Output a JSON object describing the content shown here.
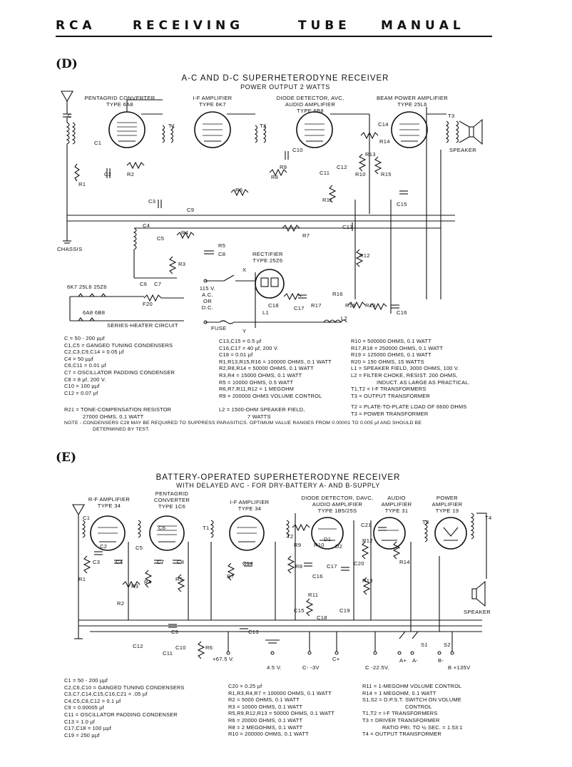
{
  "header": {
    "title_words": [
      "R C A",
      "R E C E I V I N G",
      "T U B E",
      "M A N U A L"
    ]
  },
  "section_d": {
    "marker": "(D)",
    "title": "A-C AND D-C SUPERHETERODYNE RECEIVER",
    "subtitle": "POWER OUTPUT 2 WATTS",
    "stage_labels": [
      {
        "name": "PENTAGRID CONVERTER",
        "type": "TYPE 6A8"
      },
      {
        "name": "I-F AMPLIFIER",
        "type": "TYPE 6K7"
      },
      {
        "name": "DIODE DETECTOR, AVC, AUDIO AMPLIFIER",
        "type": "TYPE 6B8"
      },
      {
        "name": "BEAM POWER AMPLIFIER",
        "type": "TYPE 25L6"
      }
    ],
    "rectifier": {
      "name": "RECTIFIER",
      "type": "TYPE 25Z6"
    },
    "misc_labels": {
      "chassis": "CHASSIS",
      "speaker": "SPEAKER",
      "fuse": "FUSE",
      "supply": "115 V. A.C. OR D.C.",
      "x": "X",
      "y": "Y",
      "heater_tubes_top": "6K7  25L6  25Z6",
      "heater_tubes_bottom": "6A8  6B8",
      "heater_circuit": "SERIES-HEATER CIRCUIT"
    },
    "component_tags": [
      "C",
      "C1",
      "C2",
      "R2",
      "R1",
      "T1",
      "T2",
      "T3",
      "C3",
      "C9",
      "C4",
      "C5",
      "C6",
      "C7",
      "R3",
      "R4",
      "R5",
      "C8",
      "R6",
      "R7",
      "R8",
      "R9",
      "C10",
      "C11",
      "C12",
      "C13",
      "C14",
      "R13",
      "R14",
      "R15",
      "C15",
      "R10",
      "R11",
      "R12",
      "R16",
      "R17",
      "R18",
      "R19",
      "C16",
      "C17",
      "C18",
      "L1",
      "L2",
      "F20"
    ],
    "specs_col1": [
      "C = 50 - 200 µµf",
      "C1,C5 = GANGED TUNING CONDENSERS",
      "C2,C3,C9,C14 = 0.05 µf",
      "C4 = 50 µµf",
      "C6,C11 = 0.01 µf",
      "C7 = OSCILLATOR PADDING CONDENSER",
      "C8 = 8 µf, 200 V.",
      "C10 = 100 µµf",
      "C12 = 0.07 µf"
    ],
    "specs_col2": [
      "C13,C15 = 0.5 µf",
      "C16,C17 = 40 µf, 200 V.",
      "C18 = 0.01 µf",
      "R1,R13,R15,R16 = 100000 OHMS, 0.1 WATT",
      "R2,R8,R14 = 50000 OHMS, 0.1 WATT",
      "R3,R4 = 15000 OHMS, 0.1 WATT",
      "R5 = 10000 OHMS, 0.5 WATT",
      "R6,R7,R11,R12 = 1 MEGOHM",
      "R9 = 200000 OHMS VOLUME CONTROL"
    ],
    "specs_col3": [
      "R10 = 500000 OHMS, 0.1 WATT",
      "R17,R18 = 250000 OHMS, 0.1 WATT",
      "R19 = 125000 OHMS, 0.1 WATT",
      "R20 = 150 OHMS, 15 WATTS",
      "L1 = SPEAKER FIELD, 3000 OHMS, 100 V.",
      "L2 = FILTER CHOKE, RESIST. 200 OHMS,",
      "INDUCT. AS LARGE AS PRACTICAL.",
      "T1,T2 = I-F TRANSFORMERS",
      "T3 = OUTPUT TRANSFORMER"
    ],
    "extra_r21": [
      "R21 = TONE-COMPENSATION RESISTOR",
      "27000 OHMS, 0.1 WATT"
    ],
    "extra_l2": [
      "L2 = 1500-OHM SPEAKER FIELD,",
      "7 WATTS"
    ],
    "extra_t": [
      "T2 = PLATE-TO-PLATE LOAD OF 6600 OHMS",
      "T3 = POWER TRANSFORMER"
    ],
    "note": [
      "NOTE - CONDENSERS C28 MAY BE REQUIRED TO SUPPRESS PARASITICS. OPTIMUM VALUE RANGES FROM 0.00001 TO 0.005 µf AND SHOULD BE",
      "DETERMINED BY TEST."
    ]
  },
  "section_e": {
    "marker": "(E)",
    "title": "BATTERY-OPERATED SUPERHETERODYNE RECEIVER",
    "subtitle": "WITH DELAYED AVC - FOR DRY-BATTERY A- AND B-SUPPLY",
    "stage_labels": [
      {
        "name": "R-F AMPLIFIER",
        "type": "TYPE 34"
      },
      {
        "name": "PENTAGRID CONVERTER",
        "type": "TYPE 1C6"
      },
      {
        "name": "I-F AMPLIFIER",
        "type": "TYPE 34"
      },
      {
        "name": "DIODE DETECTOR, DAVC, AUDIO AMPLIFIER",
        "type": "TYPE 1B5/25S"
      },
      {
        "name": "AUDIO AMPLIFIER",
        "type": "TYPE 31"
      },
      {
        "name": "POWER AMPLIFIER",
        "type": "TYPE 19"
      }
    ],
    "misc_labels": {
      "speaker": "SPEAKER",
      "terminals": [
        "+67.5 V.",
        "4.5 V.",
        "C- -3V",
        "C+",
        "C -22.5V.",
        "A+",
        "A-",
        "B-",
        "B +135V"
      ]
    },
    "component_tags": [
      "C1",
      "C2",
      "C3",
      "C4",
      "C5",
      "C6",
      "C7",
      "C8",
      "R1",
      "R2",
      "R3",
      "R4",
      "R5",
      "R6",
      "R7",
      "C9",
      "C10",
      "C11",
      "C12",
      "C13",
      "C14",
      "T1",
      "T2",
      "T3",
      "T4",
      "R8",
      "R9",
      "R10",
      "R11",
      "R12",
      "R13",
      "R14",
      "C15",
      "C16",
      "C17",
      "C18",
      "C19",
      "C20",
      "C21",
      "D1",
      "D2",
      "S1",
      "S2"
    ],
    "specs_col1": [
      "C1 = 50 - 200 µµf",
      "C2,C6,C10 = GANGED TUNING CONDENSERS",
      "C3,C7,C14,C15,C16,C21 = .05 µf",
      "C4,C5,C8,C12 = 0.1 µf",
      "C9 = 0.00005 µf",
      "C11 = OSCILLATOR PADDING CONDENSER",
      "C13 = 1.0 µf",
      "C17,C18 = 100 µµf",
      "C19 = 250 µµf"
    ],
    "specs_col2": [
      "C20 = 0.25 µf",
      "R1,R3,R4,R7 = 100000 OHMS, 0.1 WATT",
      "R2 = 5000 OHMS, 0.1 WATT",
      "R3 = 10000 OHMS, 0.1 WATT",
      "R5,R9,R12,R13 = 50000 OHMS, 0.1 WATT",
      "R6 = 20000 OHMS, 0.1 WATT",
      "R8 = 2 MEGOHMS, 0.1 WATT",
      "R10 = 200000 OHMS, 0.1 WATT"
    ],
    "specs_col3": [
      "R11 = 1-MEGOHM VOLUME CONTROL",
      "R14 = 1 MEGOHM, 0.1 WATT",
      "S1,S2 = D.P.S.T. SWITCH ON VOLUME",
      "CONTROL",
      "T1,T2 = I-F TRANSFORMERS",
      "T3 = DRIVER TRANSFORMER",
      "RATIO PRI. TO ½ SEC. = 1.53:1",
      "T4 = OUTPUT TRANSFORMER"
    ]
  }
}
